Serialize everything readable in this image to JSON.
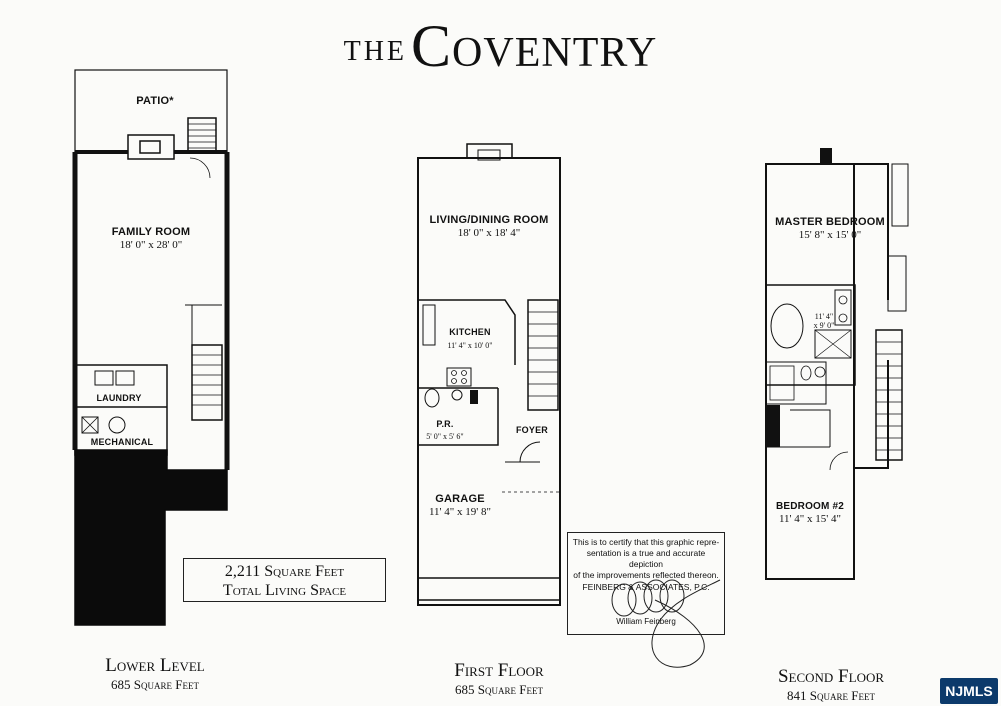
{
  "header": {
    "the": "THE",
    "name": "Coventry"
  },
  "rooms": {
    "patio": "PATIO*",
    "family_room": {
      "name": "FAMILY ROOM",
      "dim": "18' 0\" x 28' 0\""
    },
    "laundry": "LAUNDRY",
    "mechanical": "MECHANICAL",
    "living_dining": {
      "name": "LIVING/DINING ROOM",
      "dim": "18' 0\" x 18' 4\""
    },
    "kitchen": {
      "name": "KITCHEN",
      "dim": "11' 4\" x 10' 0\""
    },
    "powder_room": {
      "name": "P.R.",
      "dim": "5' 0\" x 5' 6\""
    },
    "foyer": "FOYER",
    "garage": {
      "name": "GARAGE",
      "dim": "11' 4\" x 19' 8\""
    },
    "master_bedroom": {
      "name": "MASTER BEDROOM",
      "dim": "15' 8\" x 15' 0\""
    },
    "master_bath": {
      "dim_a": "11' 4\"",
      "dim_b": "x 9' 0\""
    },
    "bedroom2": {
      "name": "BEDROOM #2",
      "dim": "11' 4\" x 15' 4\""
    }
  },
  "total": {
    "line1": "2,211 Square Feet",
    "line2": "Total Living Space"
  },
  "floors": [
    {
      "name": "Lower Level",
      "sqft": "685 Square Feet"
    },
    {
      "name": "First Floor",
      "sqft": "685 Square Feet"
    },
    {
      "name": "Second Floor",
      "sqft": "841 Square Feet"
    }
  ],
  "certificate": {
    "line1": "This is to certify that this graphic repre-",
    "line2": "sentation is a true and accurate depiction",
    "line3": "of the improvements reflected thereon.",
    "company": "FEINBERG & ASSOCIATES, P.C.",
    "signer": "William Feinberg"
  },
  "logo": "NJMLS"
}
